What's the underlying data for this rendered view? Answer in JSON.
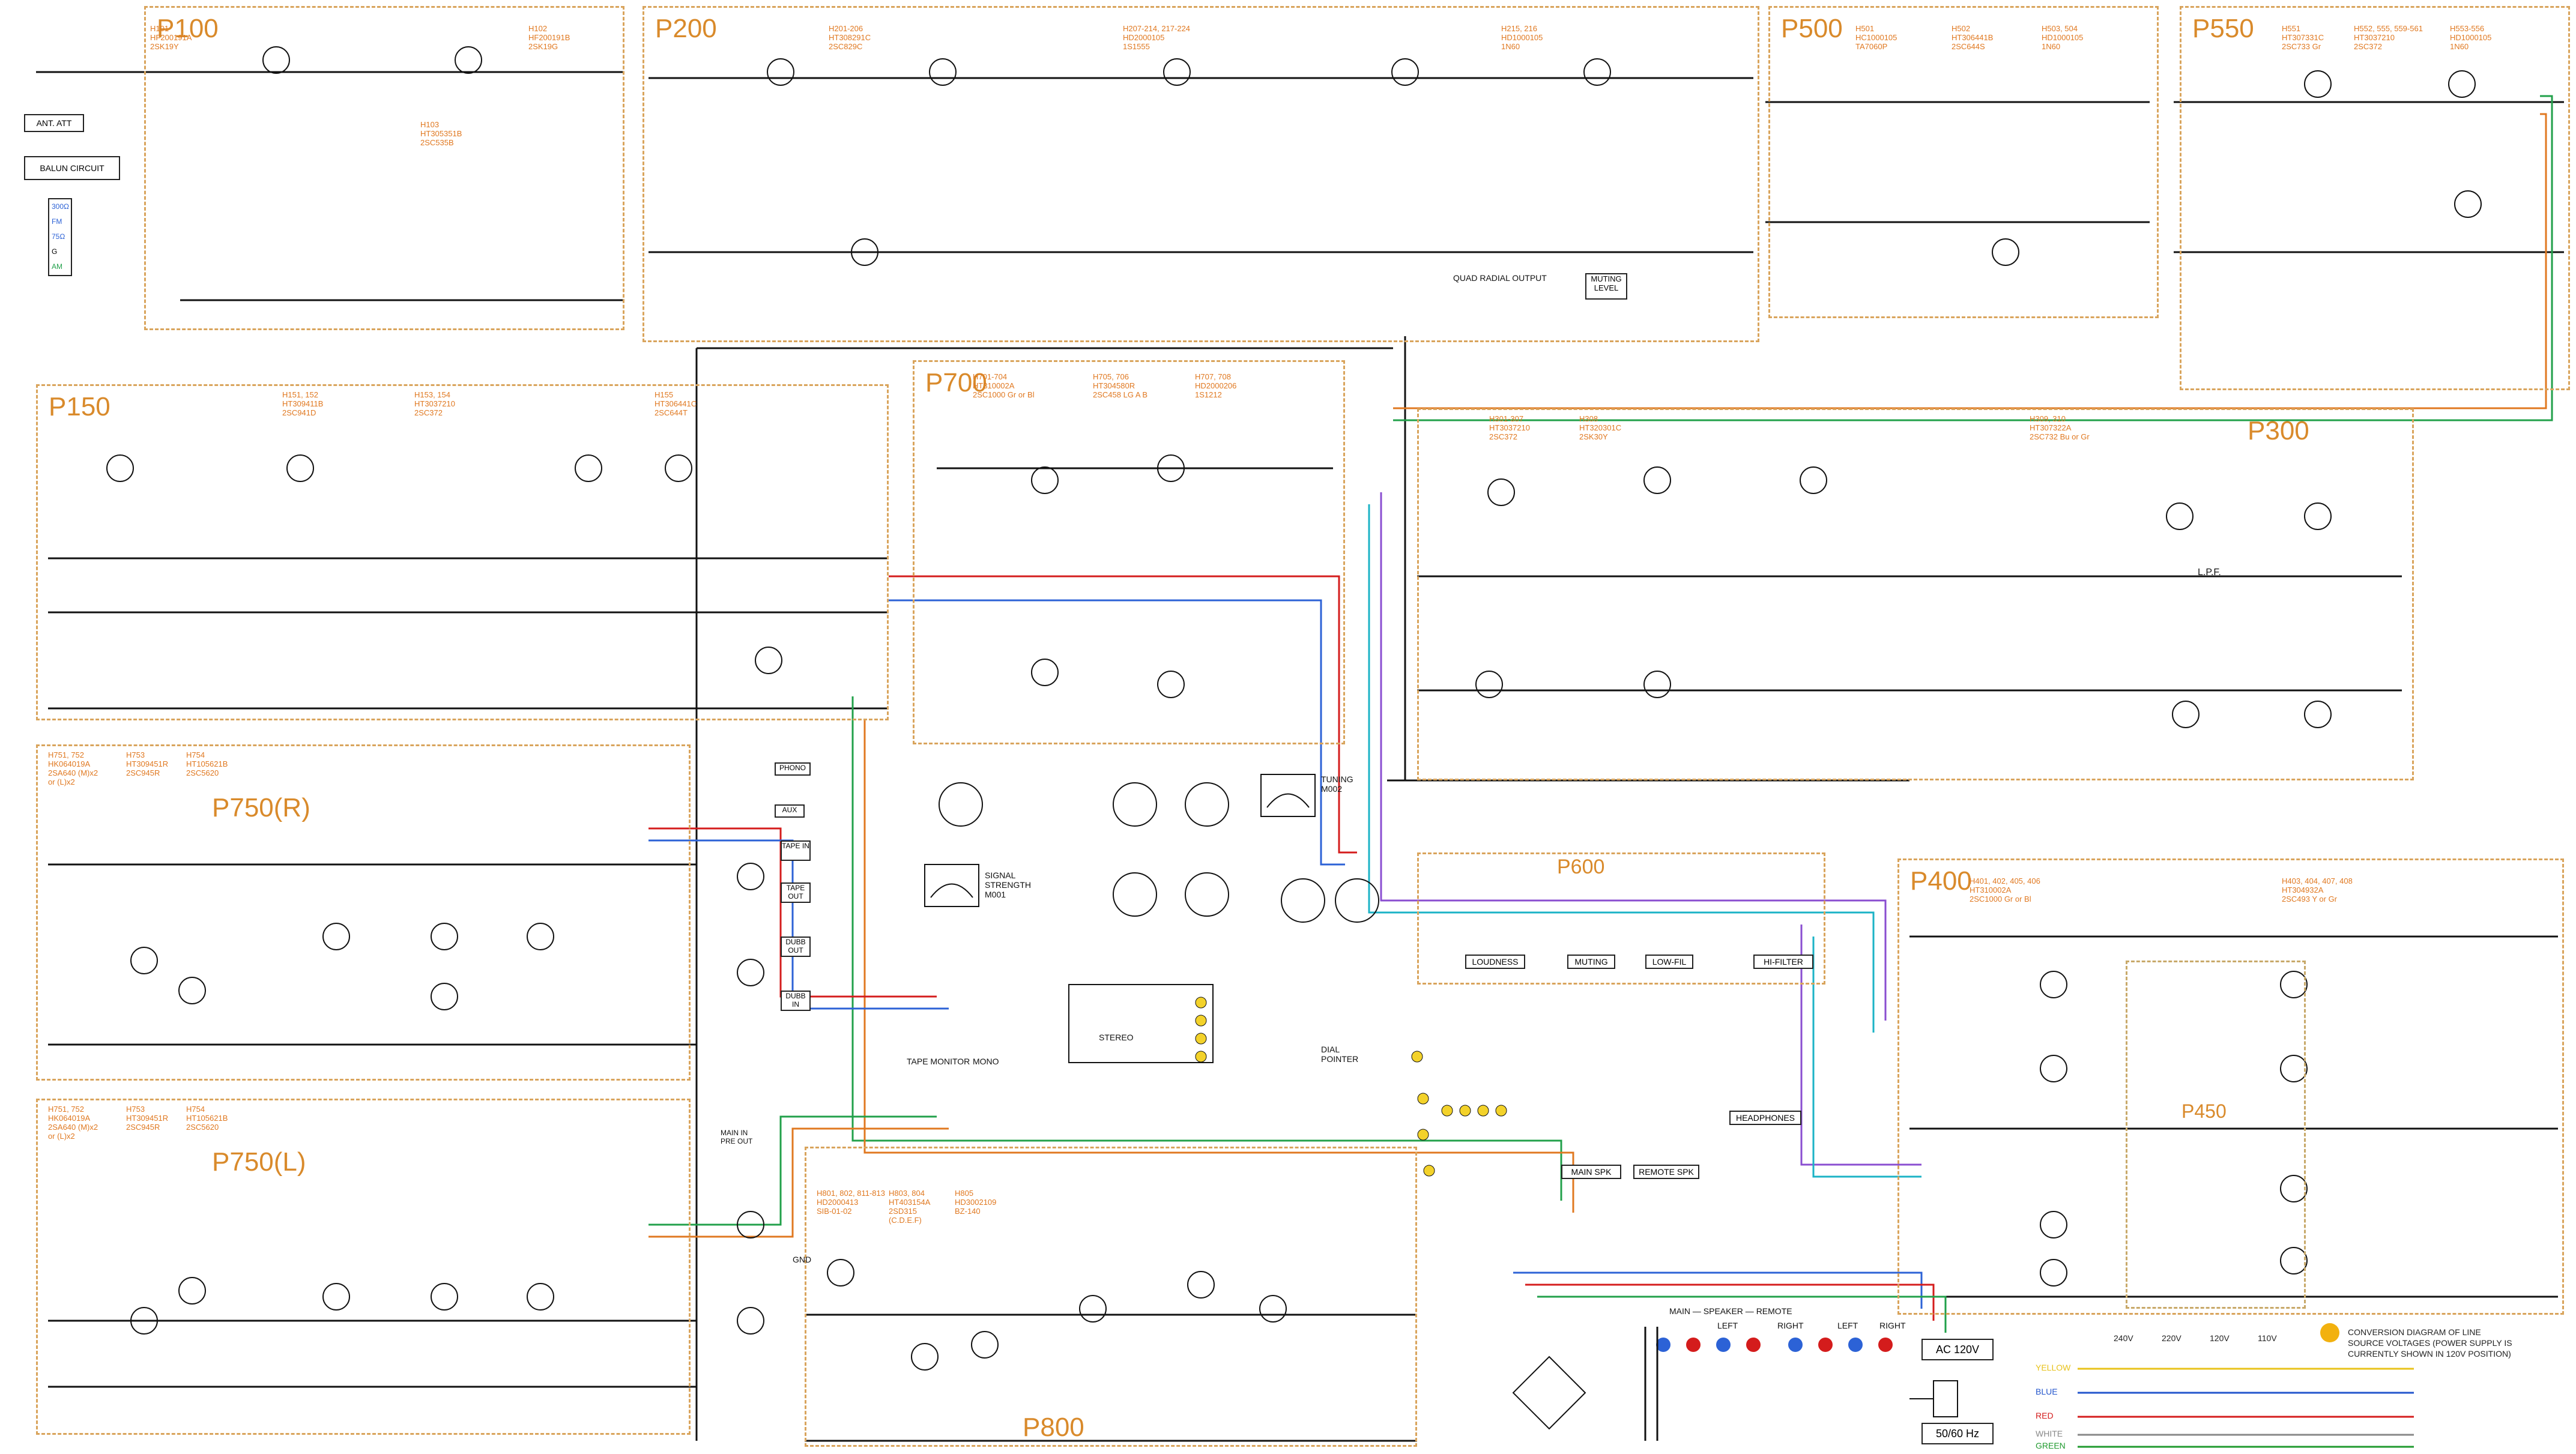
{
  "sections": [
    {
      "id": "p100",
      "label": "P100",
      "captions": [
        "H101",
        "HF200191A",
        "2SK19Y"
      ],
      "extra": [
        "H102",
        "HF200191B",
        "2SK19G"
      ],
      "extra2": [
        "H103",
        "HT305351B",
        "2SC535B"
      ]
    },
    {
      "id": "p200",
      "label": "P200",
      "captions": [
        "H201-206",
        "HT308291C",
        "2SC829C"
      ],
      "extra": [
        "H207-214, 217-224",
        "HD2000105",
        "1S1555"
      ],
      "extra2": [
        "H215, 216",
        "HD1000105",
        "1N60"
      ]
    },
    {
      "id": "p500",
      "label": "P500",
      "captions": [
        "H501",
        "HC1000105",
        "TA7060P"
      ],
      "extra": [
        "H502",
        "HT306441B",
        "2SC644S"
      ],
      "extra2": [
        "H503, 504",
        "HD1000105",
        "1N60"
      ]
    },
    {
      "id": "p550",
      "label": "P550",
      "captions": [
        "H551",
        "HT307331C",
        "2SC733 Gr"
      ],
      "extra": [
        "H552, 555, 559-561",
        "HT3037210",
        "2SC372"
      ],
      "extra2": [
        "H553-556",
        "HD1000105",
        "1N60"
      ]
    },
    {
      "id": "p150",
      "label": "P150",
      "captions": [
        "H151, 152",
        "HT309411B",
        "2SC941D"
      ],
      "extra": [
        "H153, 154",
        "HT3037210",
        "2SC372"
      ],
      "extra2": [
        "H155",
        "HT306441C",
        "2SC644T"
      ]
    },
    {
      "id": "p700",
      "label": "P700",
      "captions": [
        "H701-704",
        "HT310002A",
        "2SC1000 Gr or Bl"
      ],
      "extra": [
        "H705, 706",
        "HT304580R",
        "2SC458 LG A B"
      ],
      "extra2": [
        "H707, 708",
        "HD2000206",
        "1S1212"
      ]
    },
    {
      "id": "p300",
      "label": "P300",
      "captions": [
        "H301-307",
        "HT3037210",
        "2SC372"
      ],
      "extra": [
        "H308",
        "HT320301C",
        "2SK30Y"
      ],
      "extra2": [
        "H309, 310",
        "HT307322A",
        "2SC732 Bu or Gr"
      ]
    },
    {
      "id": "p750r",
      "label": "P750(R)",
      "captions": [
        "H751, 752",
        "HK064019A",
        "2SA640 (M)x2",
        "or (L)x2"
      ],
      "extra": [
        "H753",
        "HT309451R",
        "2SC945R"
      ],
      "extra2": [
        "H754",
        "HT105621B",
        "2SC5620"
      ]
    },
    {
      "id": "p750l",
      "label": "P750(L)",
      "captions": [
        "H751, 752",
        "HK064019A",
        "2SA640 (M)x2",
        "or (L)x2"
      ],
      "extra": [
        "H753",
        "HT309451R",
        "2SC945R"
      ],
      "extra2": [
        "H754",
        "HT105621B",
        "2SC5620"
      ]
    },
    {
      "id": "p600",
      "label": "P600",
      "captions": [],
      "extra": [],
      "extra2": []
    },
    {
      "id": "p400",
      "label": "P400",
      "captions": [
        "H401, 402, 405, 406",
        "HT310002A",
        "2SC1000 Gr or Bl"
      ],
      "extra": [
        "H403, 404, 407, 408",
        "HT304932A",
        "2SC493 Y or Gr"
      ],
      "extra2": []
    },
    {
      "id": "p450",
      "label": "P450",
      "captions": [],
      "extra": [],
      "extra2": []
    },
    {
      "id": "p800",
      "label": "P800",
      "captions": [
        "H801, 802, 811-813",
        "HD2000413",
        "SIB-01-02"
      ],
      "extra": [
        "H803, 804",
        "HT403154A",
        "2SD315",
        "(C.D.E.F)"
      ],
      "extra2": [
        "H805",
        "HD3002109",
        "BZ-140"
      ]
    }
  ],
  "labels": {
    "ant_att": "ANT. ATT",
    "balun": "BALUN CIRCUIT",
    "quad": "QUAD RADIAL OUTPUT",
    "muting_level": "MUTING LEVEL",
    "signal_strength": "SIGNAL STRENGTH M001",
    "tuning": "TUNING M002",
    "tape_monitor": "TAPE MONITOR",
    "mono": "MONO",
    "stereo": "STEREO",
    "dial_pointer": "DIAL POINTER",
    "loudness": "LOUDNESS",
    "muting": "MUTING",
    "low_fil": "LOW-FIL",
    "hi_filter": "HI-FILTER",
    "headphones": "HEADPHONES",
    "main_spk": "MAIN SPK",
    "remote_spk": "REMOTE SPK",
    "speaker_title": "MAIN — SPEAKER — REMOTE",
    "left": "LEFT",
    "right": "RIGHT",
    "ac": "AC 120V",
    "freq": "50/60 Hz",
    "main_pre": "MAIN IN PRE OUT",
    "phono": "PHONO",
    "aux": "AUX",
    "tape_in": "TAPE IN",
    "tape_out": "TAPE OUT",
    "dubb_out": "DUBB OUT",
    "dubb_in": "DUBB IN",
    "gnd": "GND",
    "lpf": "L.P.F."
  },
  "antenna_terms": [
    "300Ω",
    "FM",
    "75Ω",
    "G",
    "AM"
  ],
  "conversion": {
    "note": "CONVERSION DIAGRAM OF LINE SOURCE VOLTAGES (POWER SUPPLY IS CURRENTLY SHOWN IN 120V POSITION)",
    "voltages": [
      "240V",
      "220V",
      "120V",
      "110V"
    ],
    "wire_colors": [
      {
        "name": "YELLOW",
        "color": "#e8c21a"
      },
      {
        "name": "BLUE",
        "color": "#2255cc"
      },
      {
        "name": "RED",
        "color": "#d41c1c"
      },
      {
        "name": "WHITE",
        "color": "#888888"
      },
      {
        "name": "GREEN",
        "color": "#1f9a2e"
      }
    ]
  },
  "colors": {
    "section": "#d9a45c",
    "wire": "#111111",
    "red": "#d41c1c",
    "blue": "#2c62d6",
    "green": "#21a04a",
    "orange": "#e07820",
    "purple": "#8a4ed0",
    "cyan": "#1bb3c6"
  }
}
